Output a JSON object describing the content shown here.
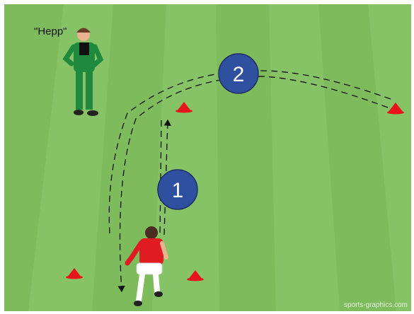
{
  "coach": {
    "quote": "\"Hepp\""
  },
  "markers": [
    {
      "number": "1"
    },
    {
      "number": "2"
    }
  ],
  "watermark": "sports-graphics.com",
  "colors": {
    "pitch_light": "#8cc66c",
    "pitch_dark": "#7dbb5c",
    "cone": "#e8141b",
    "marker": "#2f4f9f",
    "player_shirt": "#e01b22",
    "coach_tracksuit": "#1f8a3e"
  }
}
